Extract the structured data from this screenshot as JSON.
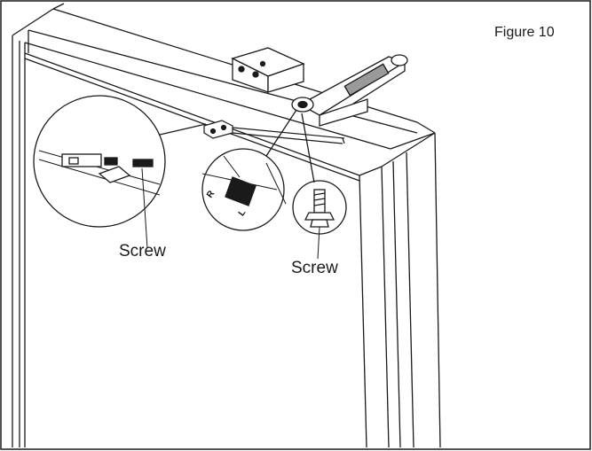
{
  "figure": {
    "title": "Figure 10"
  },
  "callouts": {
    "left_screw": "Screw",
    "right_screw": "Screw"
  },
  "detail": {
    "direction_r": "R",
    "direction_l": "L"
  },
  "colors": {
    "line": "#1a1a1a",
    "background": "#ffffff",
    "shading": "#9a9a9a"
  }
}
